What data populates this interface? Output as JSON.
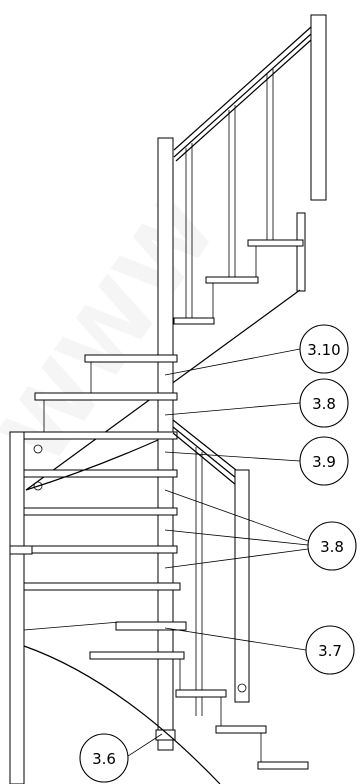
{
  "diagram": {
    "callouts": [
      {
        "id": "c-3-10",
        "label": "3.10"
      },
      {
        "id": "c-3-8-top",
        "label": "3.8"
      },
      {
        "id": "c-3-9",
        "label": "3.9"
      },
      {
        "id": "c-3-8-bottom",
        "label": "3.8"
      },
      {
        "id": "c-3-7",
        "label": "3.7"
      },
      {
        "id": "c-3-6",
        "label": "3.6"
      }
    ],
    "colors": {
      "line": "#000000",
      "background": "#ffffff"
    }
  }
}
